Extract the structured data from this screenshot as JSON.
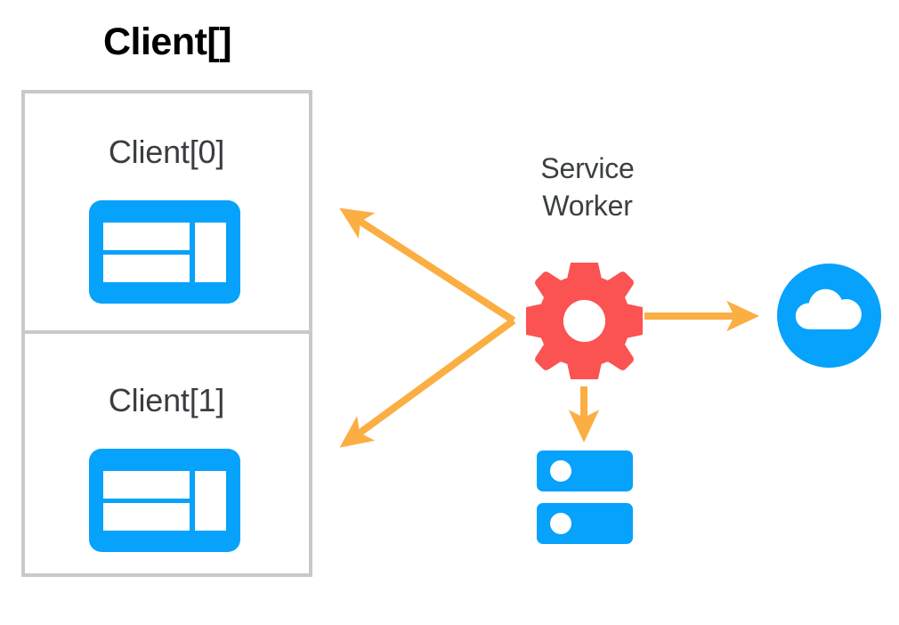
{
  "diagram": {
    "title": "Client[] / Service Worker architecture diagram",
    "background_color": "#ffffff",
    "colors": {
      "blue": "#06a2fb",
      "red": "#fb5252",
      "orange": "#fbae42",
      "box_border": "#c9c9c9",
      "title_text": "#000000",
      "label_text": "#3a3d40",
      "service_worker_text": "#3c4043"
    }
  },
  "client_array": {
    "title": "Client[]",
    "items": [
      {
        "label": "Client[0]",
        "icon": "browser-window-icon"
      },
      {
        "label": "Client[1]",
        "icon": "browser-window-icon"
      }
    ]
  },
  "service_worker": {
    "label": "Service Worker",
    "label_line1": "Service",
    "label_line2": "Worker",
    "icon": "gear-icon"
  },
  "network": {
    "label": "",
    "icon": "cloud-icon"
  },
  "storage": {
    "label": "",
    "icon": "database-icon"
  },
  "arrows": [
    {
      "name": "service-worker-to-client-0",
      "direction": "up-left",
      "color": "#fbae42"
    },
    {
      "name": "service-worker-to-client-1",
      "direction": "down-left",
      "color": "#fbae42"
    },
    {
      "name": "service-worker-to-cloud",
      "direction": "right",
      "color": "#fbae42"
    },
    {
      "name": "service-worker-to-storage",
      "direction": "down",
      "color": "#fbae42"
    }
  ]
}
